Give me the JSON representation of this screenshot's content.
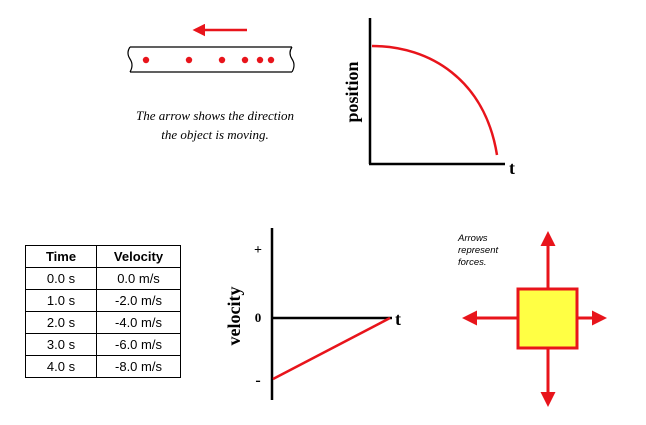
{
  "motion_strip": {
    "caption": "The arrow shows the direction the object is moving.",
    "dot_color": "#e8141b",
    "arrow_direction": "left"
  },
  "position_graph": {
    "y_label": "position",
    "x_label": "t"
  },
  "velocity_table": {
    "headers": [
      "Time",
      "Velocity"
    ],
    "rows": [
      [
        "0.0 s",
        "0.0 m/s"
      ],
      [
        "1.0 s",
        "-2.0 m/s"
      ],
      [
        "2.0 s",
        "-4.0 m/s"
      ],
      [
        "3.0 s",
        "-6.0 m/s"
      ],
      [
        "4.0 s",
        "-8.0 m/s"
      ]
    ]
  },
  "velocity_graph": {
    "y_label": "velocity",
    "x_label": "t",
    "tick_plus": "+",
    "tick_zero": "0",
    "tick_minus": "-"
  },
  "force_diagram": {
    "note": "Arrows represent forces.",
    "box_color": "#ffff44",
    "arrow_color": "#e8141b"
  }
}
